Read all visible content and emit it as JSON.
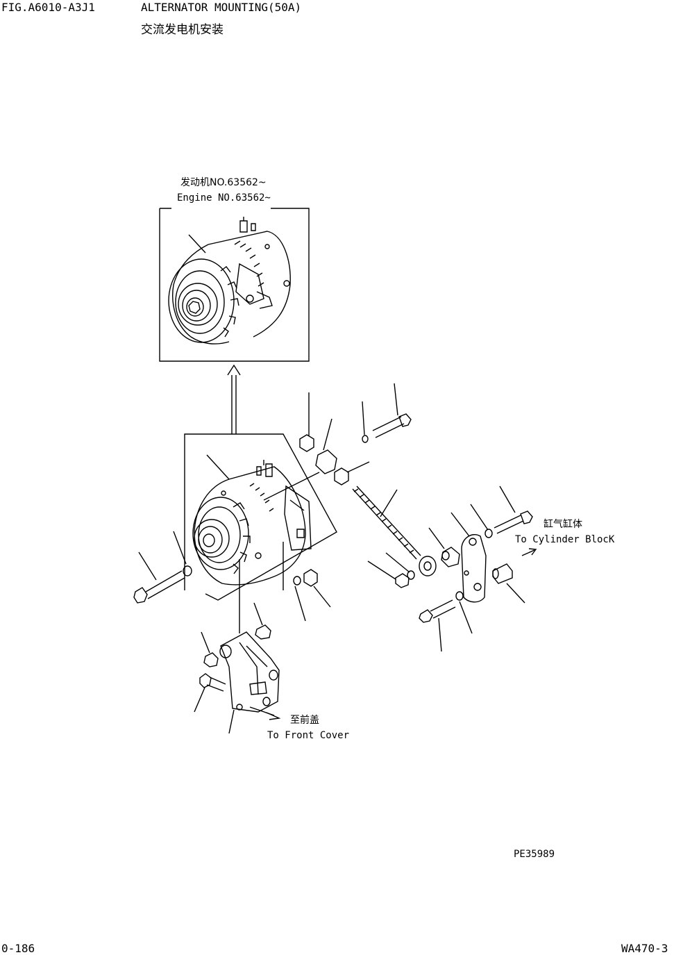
{
  "header": {
    "fig_no": "FIG.A6010-A3J1",
    "title": "ALTERNATOR MOUNTING(50A)",
    "title_cn": "交流发电机安装"
  },
  "inset": {
    "label_cn": "发动机NO.63562~",
    "label_en": "Engine NO.63562~"
  },
  "callouts": {
    "cylinder_block_cn": "缸气缸体",
    "cylinder_block_en": "To Cylinder BlocK",
    "front_cover_cn": "至前盖",
    "front_cover_en": "To Front Cover"
  },
  "drawing_code": "PE35989",
  "footer": {
    "page": "0-186",
    "model": "WA470-3"
  }
}
